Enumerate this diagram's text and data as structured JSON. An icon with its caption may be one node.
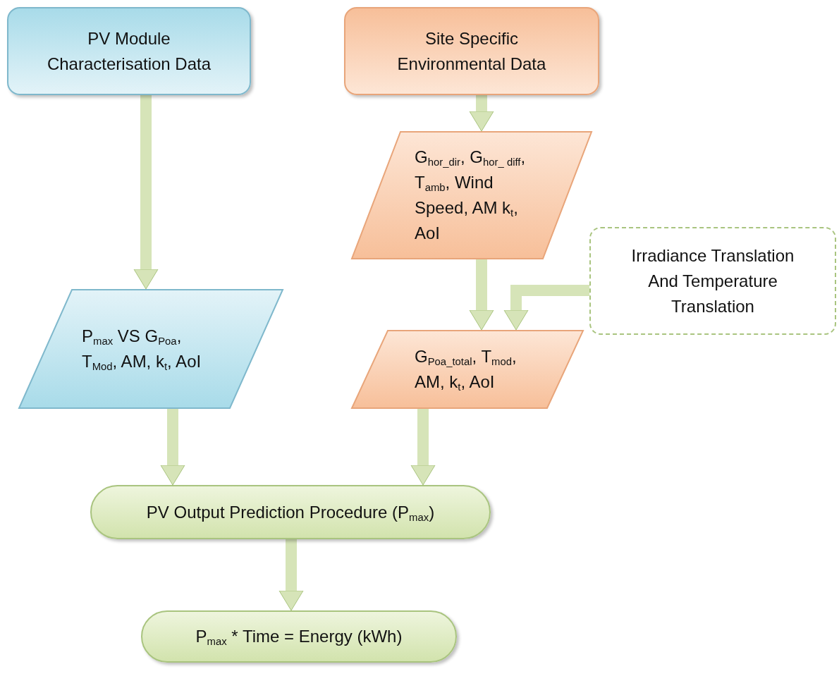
{
  "diagram": {
    "nodes": [
      {
        "text": [
          "PV Module Characterisation Data"
        ]
      },
      {
        "text": [
          "Site Specific Environmental Data"
        ]
      },
      {
        "text": [
          "G$_{hor_dir}$, G$_{hor_ diff}$, T$_{amb}$, Wind Speed, AM k$_{t}$, AoI"
        ]
      },
      {
        "text": [
          "Irradiance Translation And Temperature Translation"
        ]
      },
      {
        "text": [
          "P$_{max}$ VS G$_{Poa}$, T$_{Mod}$, AM, k$_{t}$, AoI"
        ]
      },
      {
        "text": [
          "G$_{Poa_total}$, T$_{mod}$, AM, k$_{t}$, AoI"
        ]
      },
      {
        "text": [
          "PV Output Prediction Procedure (P$_{max}$)"
        ]
      },
      {
        "text": [
          "P$_{max}$ * Time = Energy (kWh)"
        ]
      }
    ],
    "edges": [
      {
        "from": 0,
        "to": 4,
        "arrow": "to"
      },
      {
        "from": 1,
        "to": 2,
        "arrow": "to"
      },
      {
        "from": 2,
        "to": 5,
        "arrow": "to"
      },
      {
        "from": 3,
        "to": 5,
        "arrow": "to"
      },
      {
        "from": 4,
        "to": 6,
        "arrow": "to"
      },
      {
        "from": 5,
        "to": 6,
        "arrow": "to"
      },
      {
        "from": 6,
        "to": 7,
        "arrow": "to"
      }
    ]
  }
}
